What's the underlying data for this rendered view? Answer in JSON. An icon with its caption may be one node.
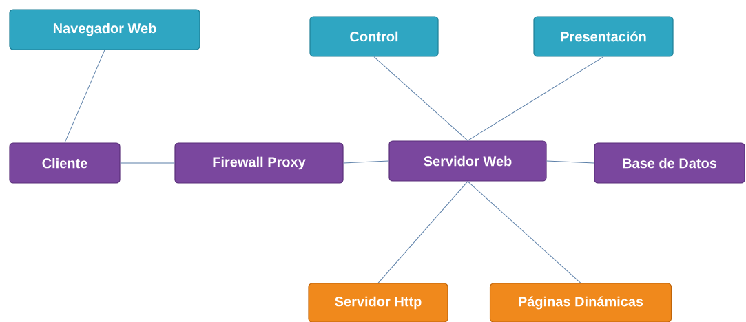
{
  "diagram": {
    "nodes": [
      {
        "text": [
          "Navegador Web"
        ]
      },
      {
        "text": [
          "Control"
        ]
      },
      {
        "text": [
          "Presentación"
        ]
      },
      {
        "text": [
          "Cliente"
        ]
      },
      {
        "text": [
          "Firewall Proxy"
        ]
      },
      {
        "text": [
          "Servidor Web"
        ]
      },
      {
        "text": [
          "Base de Datos"
        ]
      },
      {
        "text": [
          "Servidor Http"
        ]
      },
      {
        "text": [
          "Páginas Dinámicas"
        ]
      }
    ],
    "edges": [
      {
        "from": 0,
        "to": 3,
        "arrow": "none"
      },
      {
        "from": 3,
        "to": 4,
        "arrow": "none"
      },
      {
        "from": 4,
        "to": 5,
        "arrow": "none"
      },
      {
        "from": 5,
        "to": 6,
        "arrow": "none"
      },
      {
        "from": 1,
        "to": 5,
        "arrow": "none"
      },
      {
        "from": 2,
        "to": 5,
        "arrow": "none"
      },
      {
        "from": 5,
        "to": 7,
        "arrow": "none"
      },
      {
        "from": 5,
        "to": 8,
        "arrow": "none"
      }
    ]
  }
}
